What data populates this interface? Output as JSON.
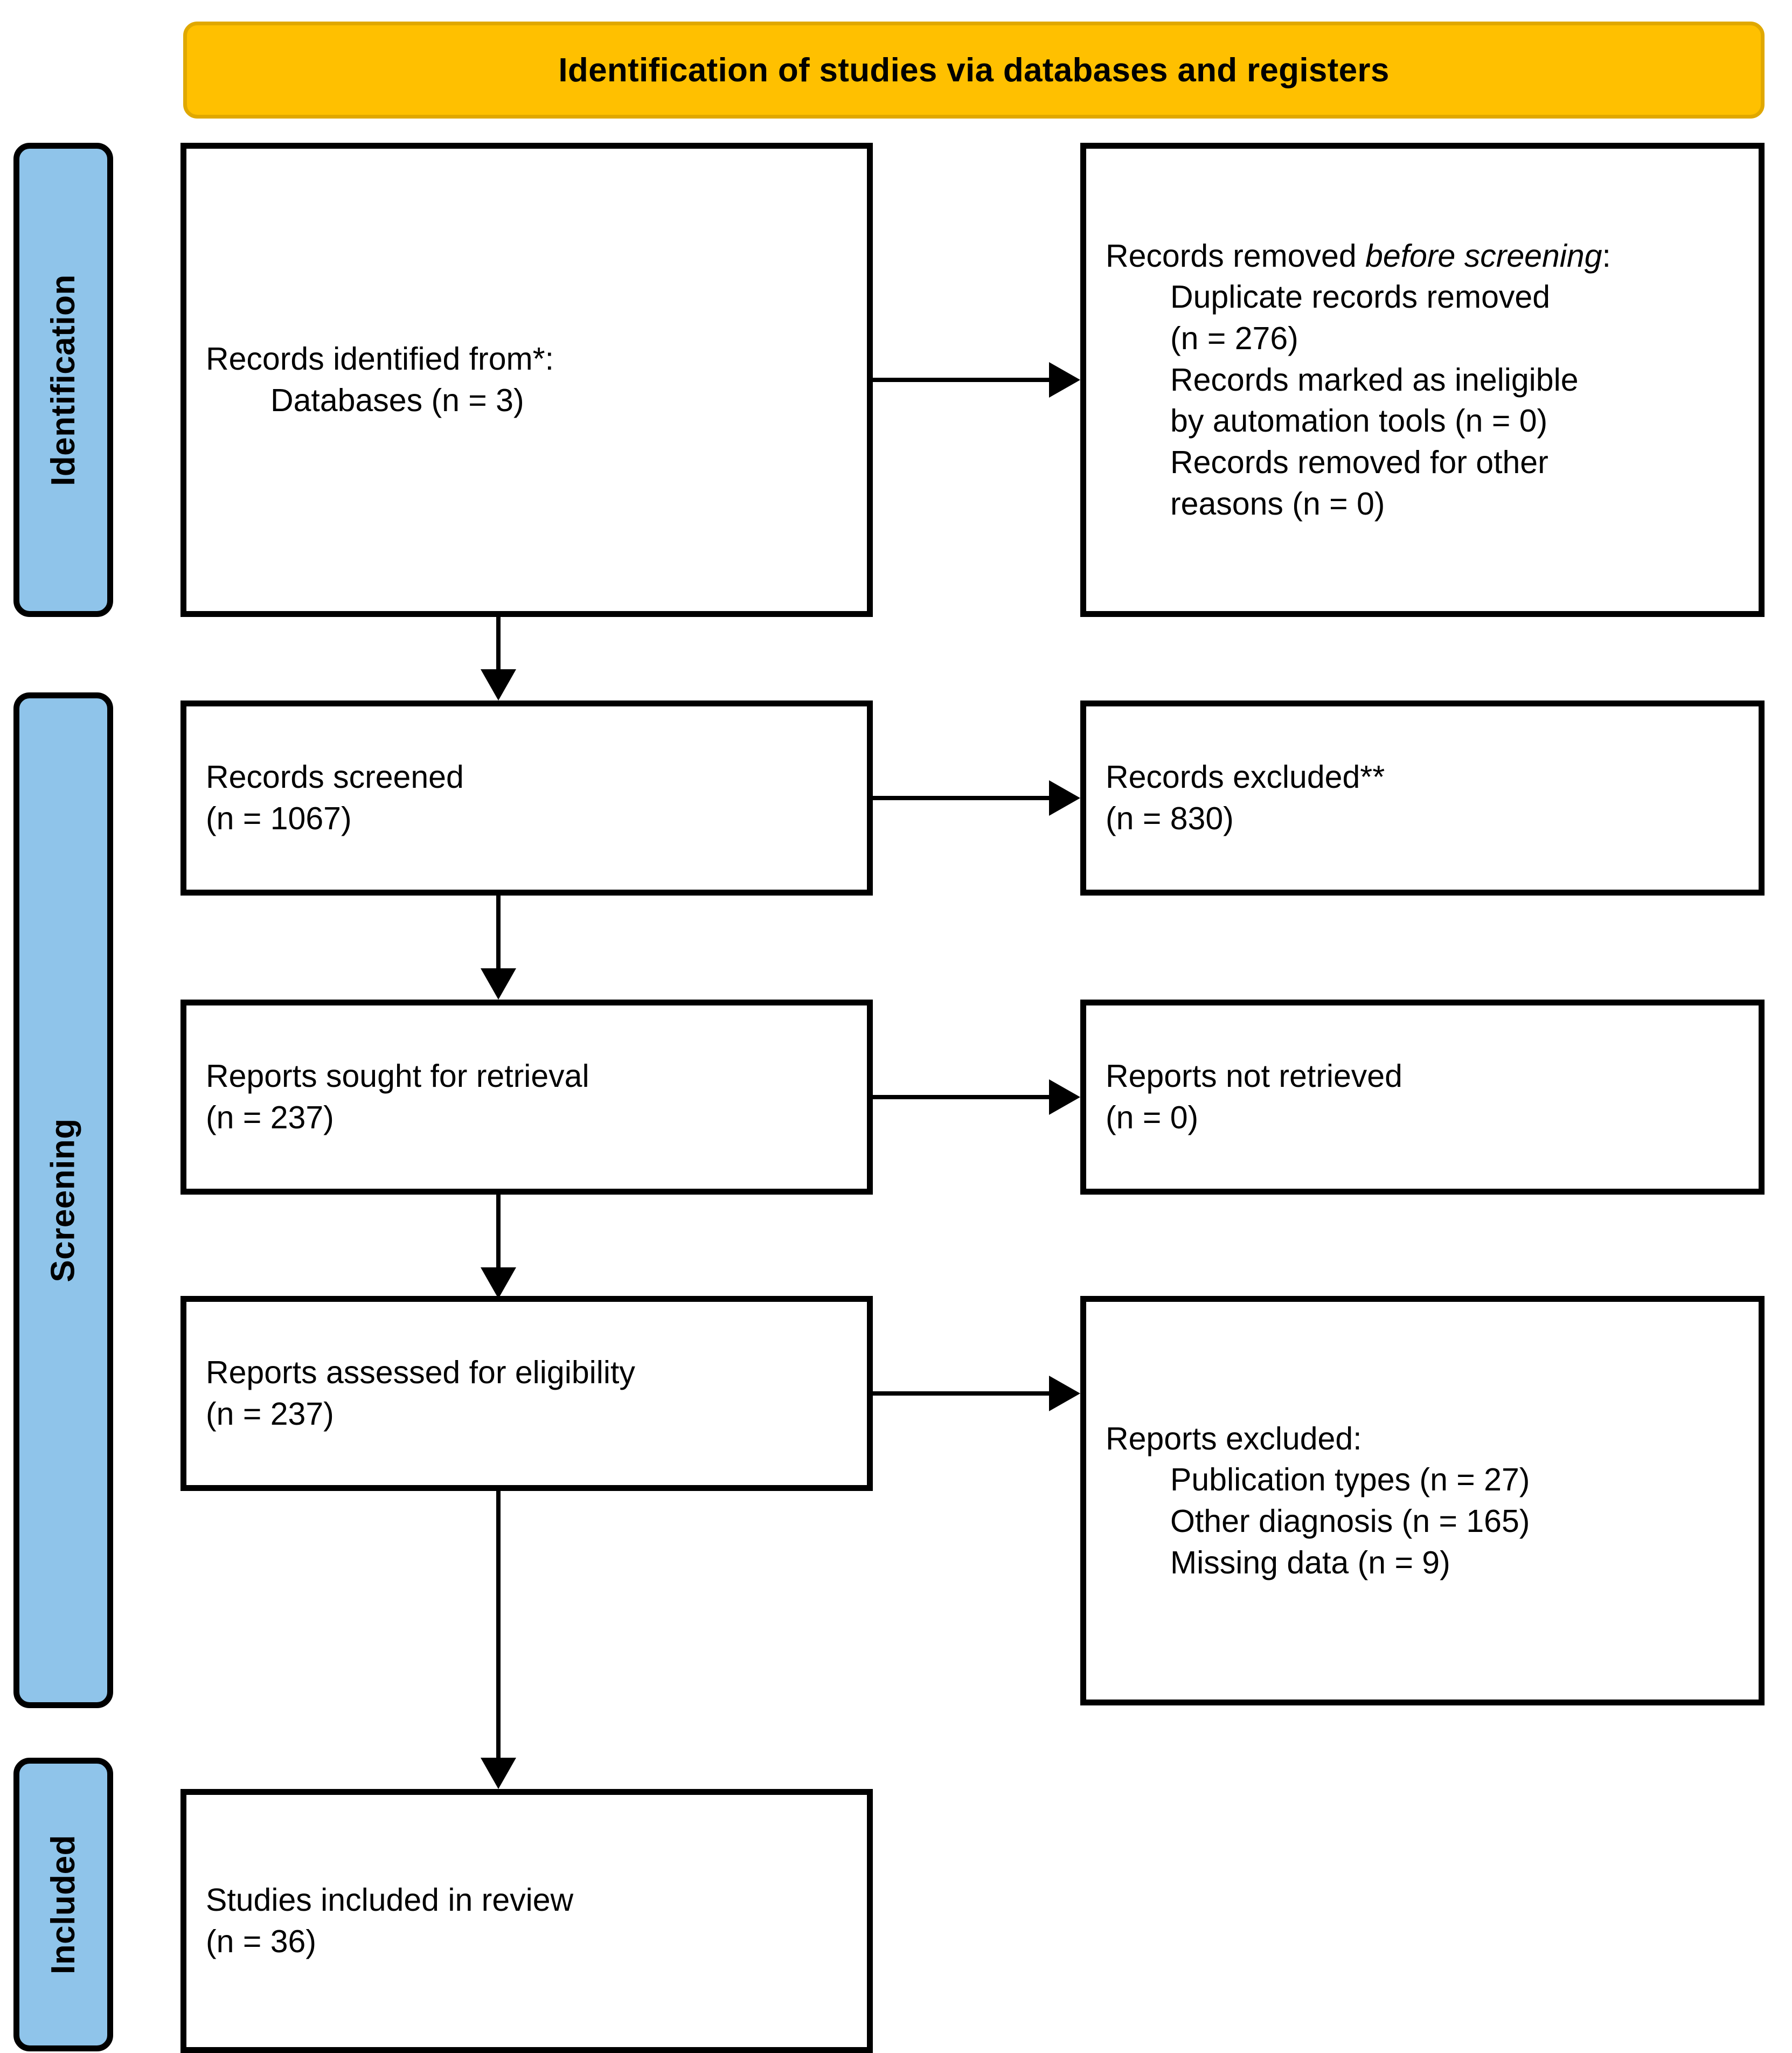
{
  "banner": {
    "title": "Identification of studies via databases and registers",
    "fill_color": "#FFC000",
    "border_color": "#E0A800"
  },
  "stages": {
    "fill_color": "#8FC4EA",
    "border_color": "#000000",
    "identification": "Identification",
    "screening": "Screening",
    "included": "Included"
  },
  "boxes": {
    "identified": {
      "line1": "Records identified from*:",
      "line2": "Databases (n = 3)"
    },
    "removed_before_screening": {
      "heading_plain": "Records removed ",
      "heading_italic": "before screening",
      "heading_colon": ":",
      "item1a": "Duplicate records removed",
      "item1b": "(n = 276)",
      "item2a": "Records marked as ineligible",
      "item2b": "by automation tools (n = 0)",
      "item3a": "Records removed for other",
      "item3b": "reasons (n = 0)"
    },
    "screened": {
      "line1": "Records screened",
      "line2": "(n = 1067)"
    },
    "records_excluded": {
      "line1": "Records excluded**",
      "line2": "(n = 830)"
    },
    "sought": {
      "line1": "Reports sought for retrieval",
      "line2": "(n = 237)"
    },
    "not_retrieved": {
      "line1": "Reports not retrieved",
      "line2": "(n = 0)"
    },
    "assessed": {
      "line1": "Reports assessed for eligibility",
      "line2": "(n = 237)"
    },
    "reports_excluded": {
      "heading": "Reports excluded:",
      "item1": "Publication types (n = 27)",
      "item2": "Other diagnosis (n = 165)",
      "item3": "Missing data (n = 9)"
    },
    "included": {
      "line1": "Studies included in review",
      "line2": "(n = 36)"
    }
  },
  "chart_data": {
    "type": "diagram",
    "title": "Identification of studies via databases and registers",
    "flow": [
      {
        "stage": "Identification",
        "label": "Records identified from databases",
        "n": 3
      },
      {
        "stage": "Identification",
        "label": "Duplicate records removed",
        "n": 276
      },
      {
        "stage": "Identification",
        "label": "Records marked as ineligible by automation tools",
        "n": 0
      },
      {
        "stage": "Identification",
        "label": "Records removed for other reasons",
        "n": 0
      },
      {
        "stage": "Screening",
        "label": "Records screened",
        "n": 1067
      },
      {
        "stage": "Screening",
        "label": "Records excluded",
        "n": 830
      },
      {
        "stage": "Screening",
        "label": "Reports sought for retrieval",
        "n": 237
      },
      {
        "stage": "Screening",
        "label": "Reports not retrieved",
        "n": 0
      },
      {
        "stage": "Screening",
        "label": "Reports assessed for eligibility",
        "n": 237
      },
      {
        "stage": "Screening",
        "label": "Reports excluded: Publication types",
        "n": 27
      },
      {
        "stage": "Screening",
        "label": "Reports excluded: Other diagnosis",
        "n": 165
      },
      {
        "stage": "Screening",
        "label": "Reports excluded: Missing data",
        "n": 9
      },
      {
        "stage": "Included",
        "label": "Studies included in review",
        "n": 36
      }
    ]
  }
}
